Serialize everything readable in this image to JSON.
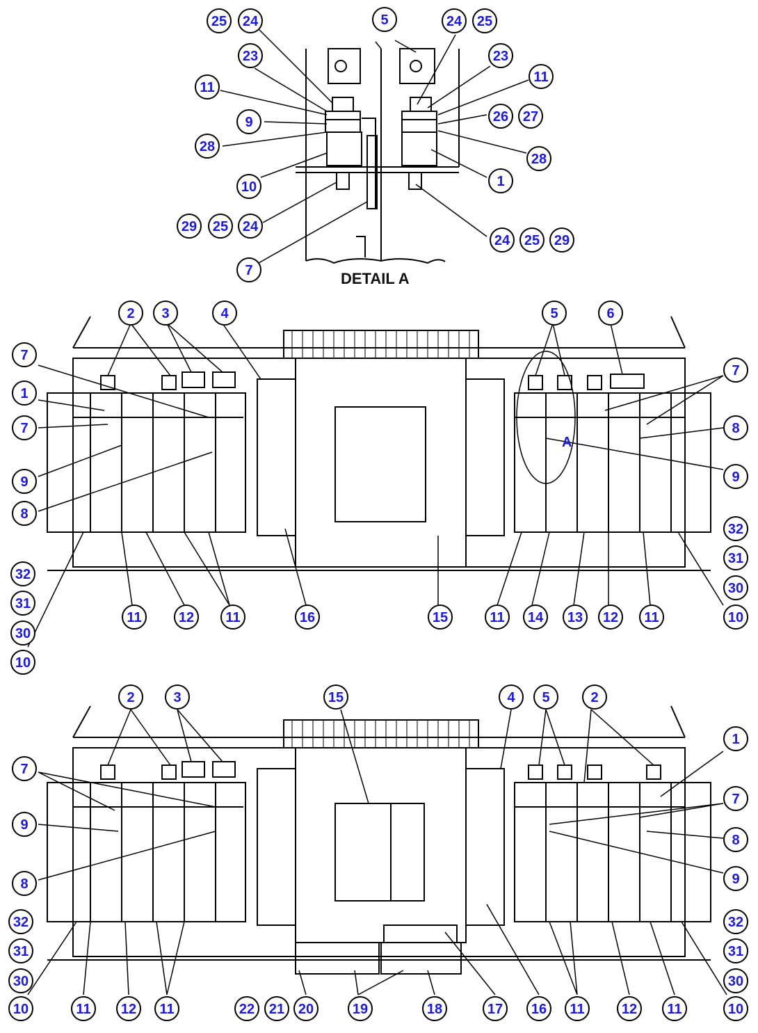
{
  "detail_a": {
    "caption": "DETAIL A",
    "callouts": [
      "25",
      "24",
      "5",
      "24",
      "25",
      "23",
      "23",
      "11",
      "11",
      "9",
      "26",
      "27",
      "28",
      "28",
      "1",
      "10",
      "29",
      "25",
      "24",
      "24",
      "25",
      "29",
      "7"
    ]
  },
  "view_top": {
    "callouts": [
      "2",
      "3",
      "4",
      "5",
      "6",
      "7",
      "7",
      "1",
      "7",
      "8",
      "9",
      "9",
      "8",
      "32",
      "31",
      "30",
      "32",
      "31",
      "30",
      "10",
      "10",
      "11",
      "12",
      "11",
      "16",
      "15",
      "11",
      "14",
      "13",
      "12",
      "11"
    ],
    "detail_marker": "A"
  },
  "view_bottom": {
    "callouts": [
      "2",
      "3",
      "15",
      "4",
      "5",
      "2",
      "1",
      "7",
      "7",
      "9",
      "8",
      "8",
      "9",
      "32",
      "31",
      "30",
      "32",
      "31",
      "30",
      "10",
      "10",
      "11",
      "12",
      "11",
      "22",
      "21",
      "20",
      "19",
      "18",
      "17",
      "16",
      "11",
      "12",
      "11"
    ]
  },
  "colors": {
    "callout_text": "#1a1ad8",
    "line": "#000000",
    "background": "#ffffff"
  }
}
